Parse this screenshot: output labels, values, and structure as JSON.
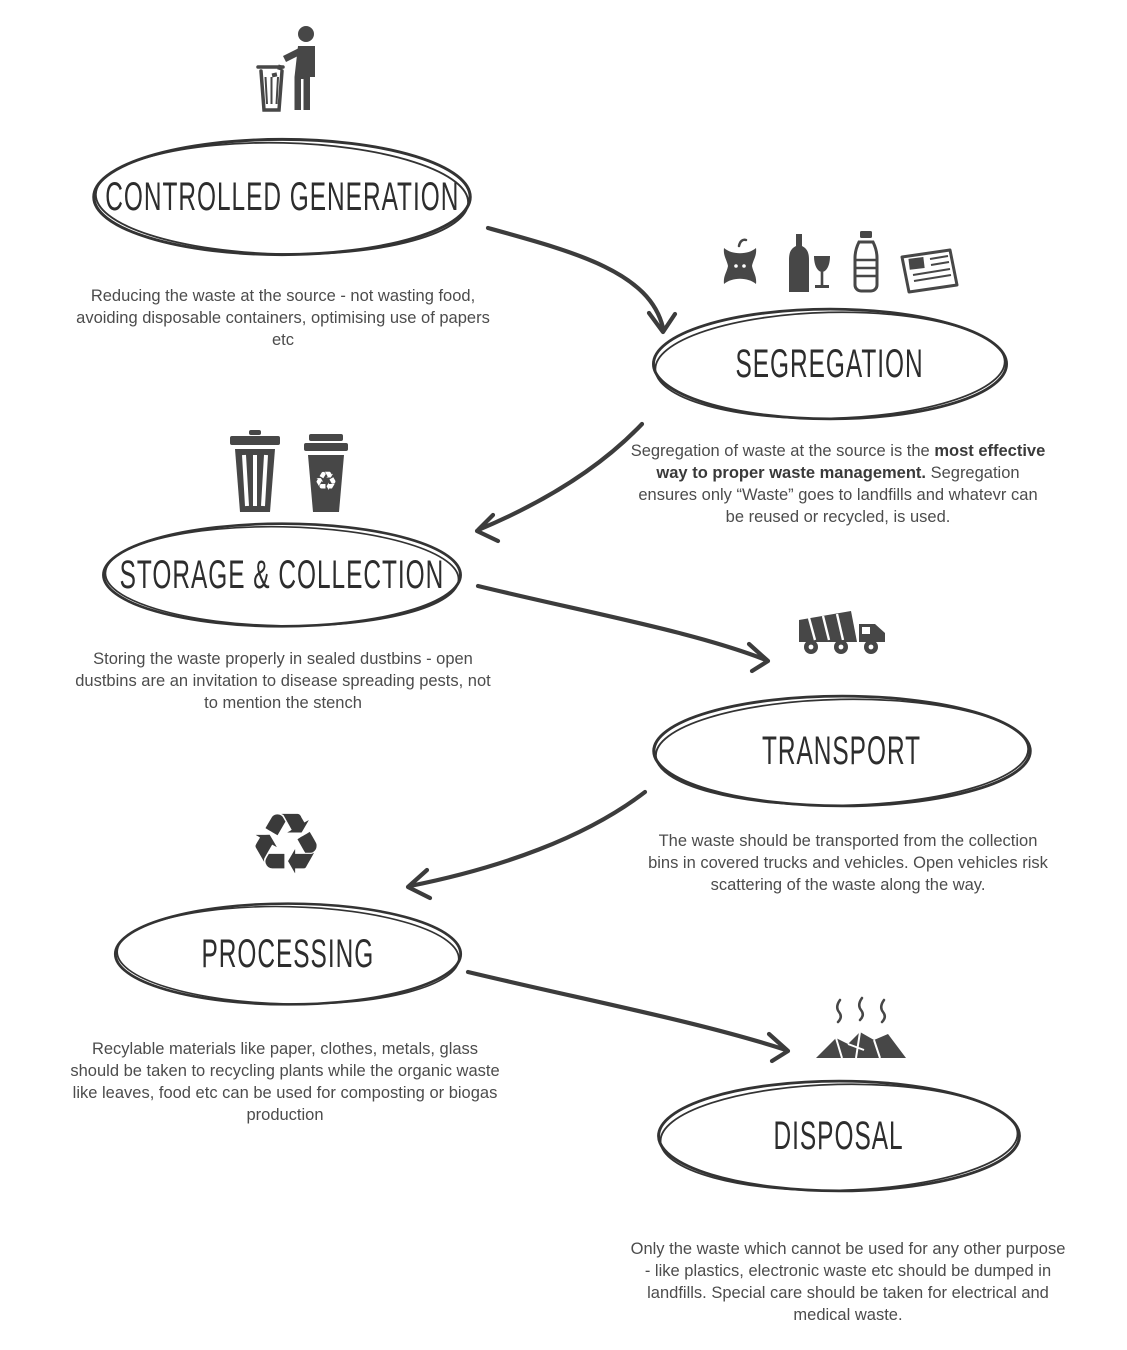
{
  "page": {
    "background": "#ffffff",
    "ink": "#3d3d3d",
    "heading_color": "#2d2d2d"
  },
  "steps": {
    "generation": {
      "label": "CONTROLLED GENERATION",
      "icon": "person-throwing-trash-icon",
      "description": "Reducing the waste at the source - not wasting food, avoiding disposable containers, optimising use of papers etc"
    },
    "segregation": {
      "label": "SEGREGATION",
      "icons": [
        "apple-core-icon",
        "wine-bottle-and-glass-icon",
        "water-bottle-icon",
        "newspaper-icon"
      ],
      "description_pre": "Segregation of waste at the source is the ",
      "description_bold": "most effective way to proper waste management.",
      "description_post": " Segregation ensures only “Waste” goes to landfills and whatevr can be reused or recycled, is used."
    },
    "storage": {
      "label": "STORAGE & COLLECTION",
      "icons": [
        "striped-dustbin-icon",
        "recycle-dustbin-icon"
      ],
      "description": "Storing the waste properly in sealed dustbins - open dustbins are an invitation to disease spreading pests, not to mention the stench"
    },
    "transport": {
      "label": "TRANSPORT",
      "icon": "garbage-truck-icon",
      "description": "The waste should be transported from the collection bins in covered trucks and vehicles. Open vehicles risk scattering of the waste along the way."
    },
    "processing": {
      "label": "PROCESSING",
      "icon": "recycle-symbol-icon",
      "description": "Recylable materials like paper, clothes, metals, glass should be taken to recycling plants while the organic waste like leaves, food etc can be used for composting or biogas production"
    },
    "disposal": {
      "label": "DISPOSAL",
      "icon": "landfill-smelly-pile-icon",
      "description": "Only the waste which cannot be used for any other purpose - like plastics, electronic waste etc should be dumped in landfills. Special care should be taken for electrical and medical waste."
    }
  },
  "recycle_glyph": "♻"
}
